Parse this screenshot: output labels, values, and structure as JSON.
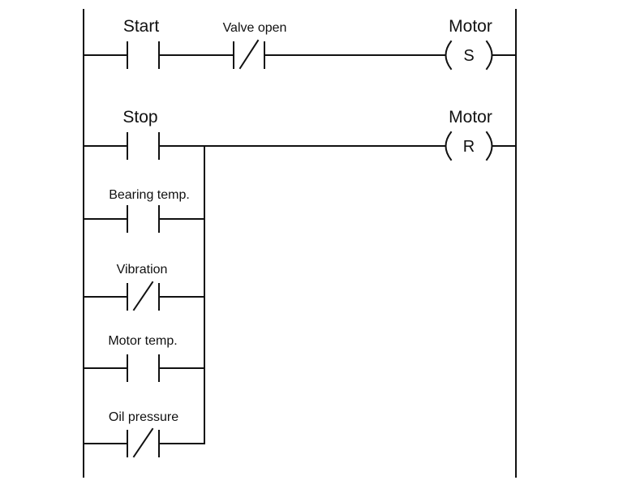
{
  "diagram": {
    "rung1": {
      "contact_start": "Start",
      "contact_valve_open": "Valve open",
      "coil_name": "Motor",
      "coil_letter": "S"
    },
    "rung2": {
      "contact_stop": "Stop",
      "contact_bearing_temp": "Bearing temp.",
      "contact_vibration": "Vibration",
      "contact_motor_temp": "Motor temp.",
      "contact_oil_pressure": "Oil pressure",
      "coil_name": "Motor",
      "coil_letter": "R"
    },
    "colors": {
      "line": "#111111",
      "background": "#ffffff"
    }
  }
}
